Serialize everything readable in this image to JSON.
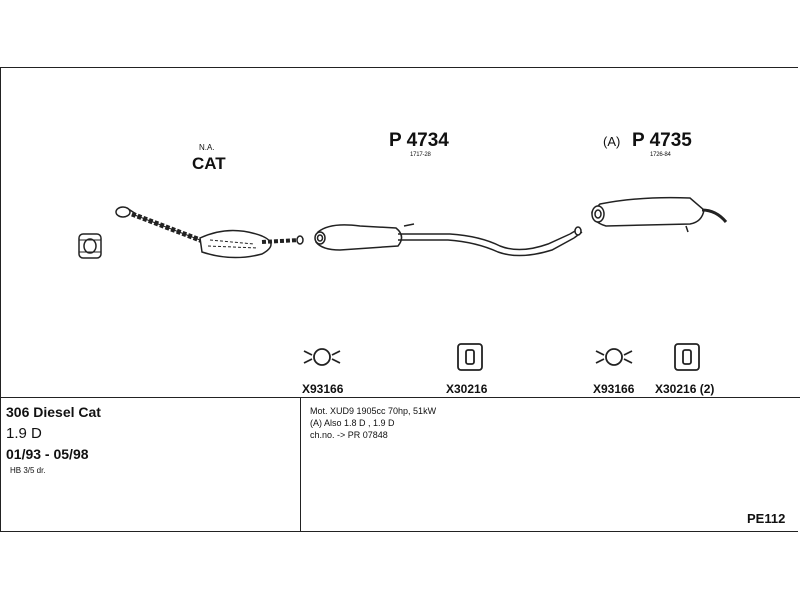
{
  "na_cat": {
    "small": "N.A.",
    "label": "CAT"
  },
  "parts": [
    {
      "number": "P 4734",
      "ref": "1717-28",
      "prefix": ""
    },
    {
      "number": "P 4735",
      "ref": "1726-84",
      "prefix": "(A)"
    }
  ],
  "fittings": [
    {
      "code": "X93166",
      "icon": "clamp-icon"
    },
    {
      "code": "X30216",
      "icon": "rubber-hanger-icon"
    },
    {
      "code": "X93166",
      "icon": "clamp-icon"
    },
    {
      "code": "X30216 (2)",
      "icon": "rubber-hanger-icon"
    }
  ],
  "vehicle": {
    "model": "306 Diesel Cat",
    "engine": "1.9 D",
    "years": "01/93 - 05/98",
    "body": "HB 3/5 dr."
  },
  "notes": [
    "Mot. XUD9 1905cc 70hp, 51kW",
    "(A) Also 1.8 D , 1.9 D",
    "ch.no. -> PR 07848"
  ],
  "diagram_code": "PE112"
}
